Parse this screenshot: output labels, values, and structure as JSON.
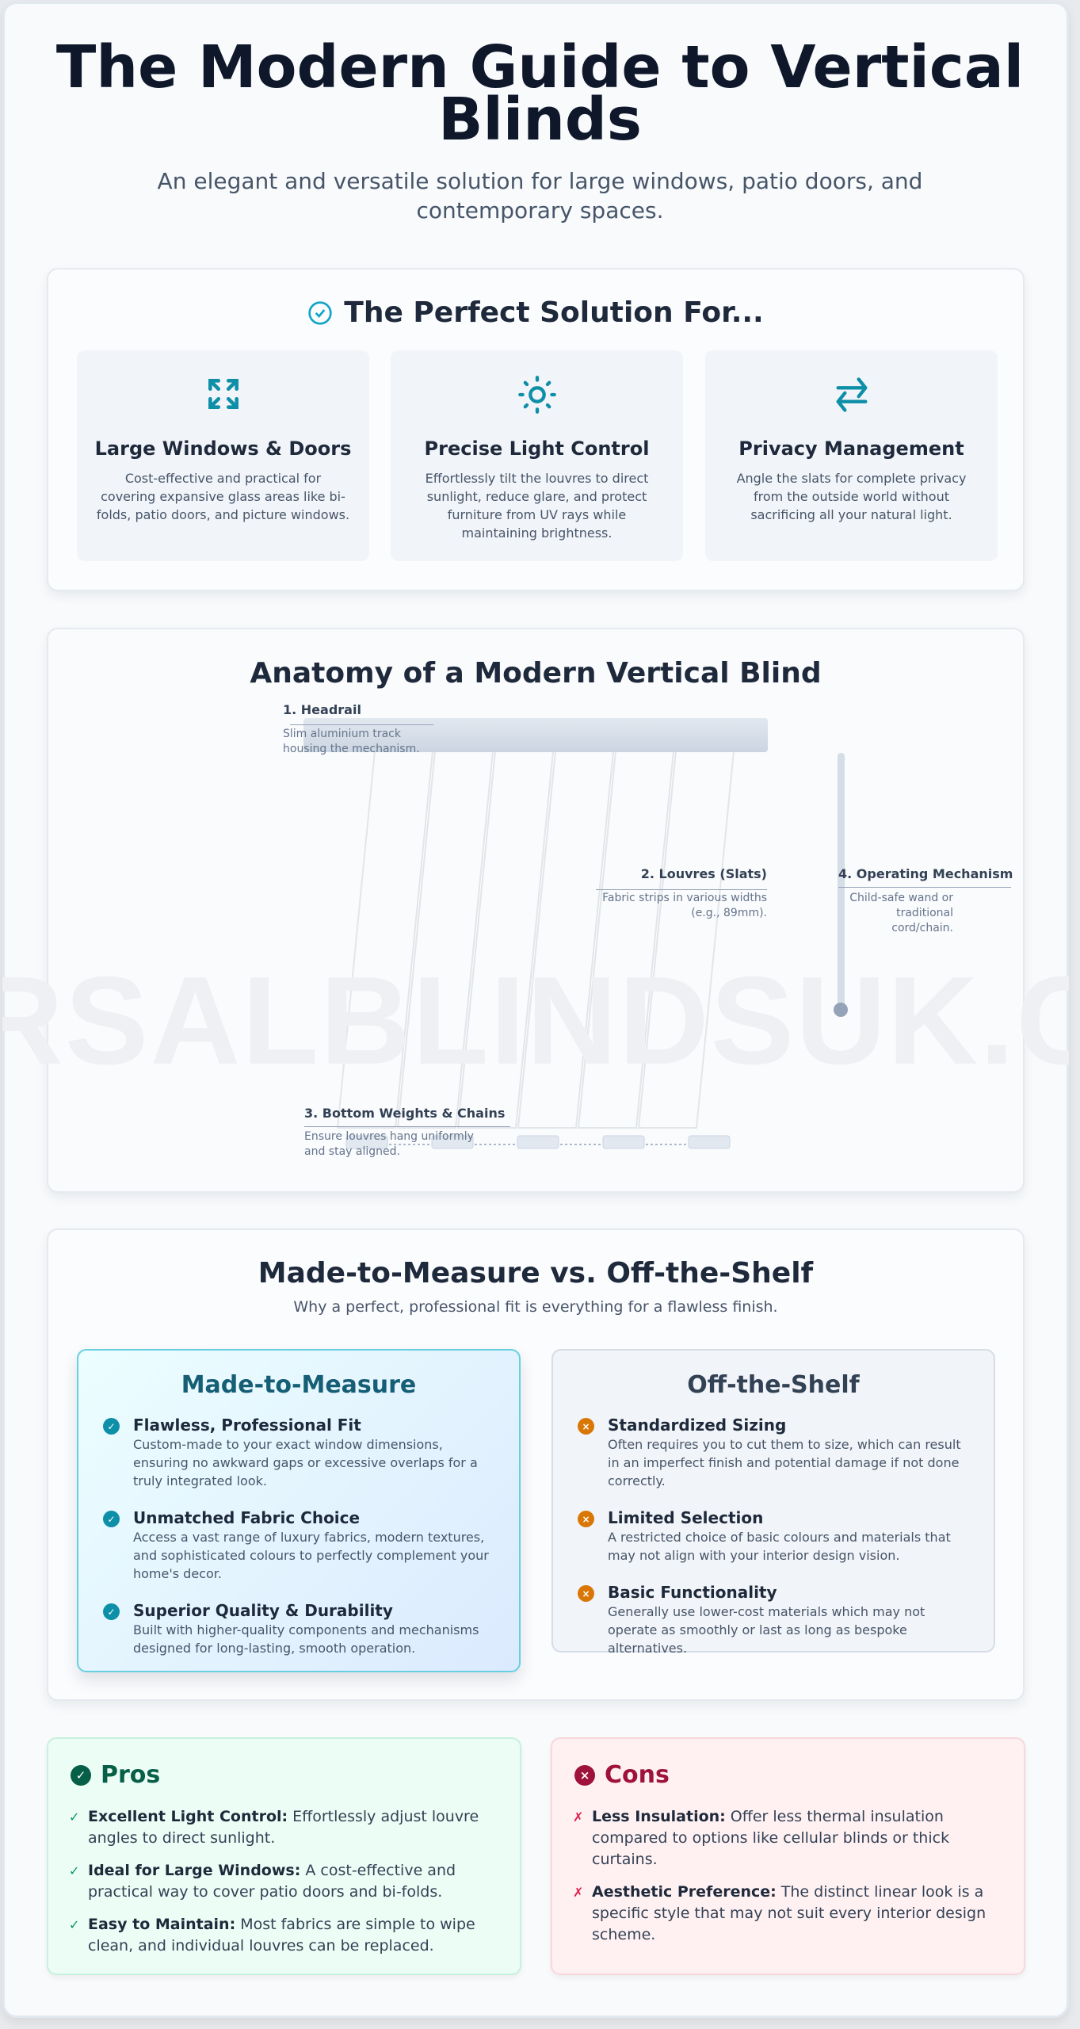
{
  "header": {
    "title": "The Modern Guide to Vertical Blinds",
    "subtitle": "An elegant and versatile solution for large windows, patio doors, and contemporary spaces."
  },
  "watermark": "UNIVERSALBLINDSUK.COM",
  "colors": {
    "accent": "#0e8fa8",
    "warning": "#d97706",
    "pros": "#065f46",
    "cons": "#9f1239"
  },
  "solutions": {
    "heading": "The Perfect Solution For...",
    "heading_icon": "check-circle-icon",
    "cards": [
      {
        "icon": "expand-arrows-icon",
        "title": "Large Windows & Doors",
        "text": "Cost-effective and practical for covering expansive glass areas like bi-folds, patio doors, and picture windows."
      },
      {
        "icon": "sun-icon",
        "title": "Precise Light Control",
        "text": "Effortlessly tilt the louvres to direct sunlight, reduce glare, and protect furniture from UV rays while maintaining brightness."
      },
      {
        "icon": "swap-arrows-icon",
        "title": "Privacy Management",
        "text": "Angle the slats for complete privacy from the outside world without sacrificing all your natural light."
      }
    ]
  },
  "anatomy": {
    "heading": "Anatomy of a Modern Vertical Blind",
    "labels": [
      {
        "title": "1. Headrail",
        "text": "Slim aluminium track housing the mechanism."
      },
      {
        "title": "2. Louvres (Slats)",
        "text": "Fabric strips in various widths (e.g., 89mm)."
      },
      {
        "title": "3. Bottom Weights & Chains",
        "text": "Ensure louvres hang uniformly and stay aligned."
      },
      {
        "title": "4. Operating Mechanism",
        "text": "Child-safe wand or traditional cord/chain."
      }
    ]
  },
  "comparison": {
    "heading": "Made-to-Measure vs. Off-the-Shelf",
    "subtitle": "Why a perfect, professional fit is everything for a flawless finish.",
    "made": {
      "title": "Made-to-Measure",
      "items": [
        {
          "title": "Flawless, Professional Fit",
          "text": "Custom-made to your exact window dimensions, ensuring no awkward gaps or excessive overlaps for a truly integrated look."
        },
        {
          "title": "Unmatched Fabric Choice",
          "text": "Access a vast range of luxury fabrics, modern textures, and sophisticated colours to perfectly complement your home's decor."
        },
        {
          "title": "Superior Quality & Durability",
          "text": "Built with higher-quality components and mechanisms designed for long-lasting, smooth operation."
        }
      ]
    },
    "shelf": {
      "title": "Off-the-Shelf",
      "items": [
        {
          "title": "Standardized Sizing",
          "text": "Often requires you to cut them to size, which can result in an imperfect finish and potential damage if not done correctly."
        },
        {
          "title": "Limited Selection",
          "text": "A restricted choice of basic colours and materials that may not align with your interior design vision."
        },
        {
          "title": "Basic Functionality",
          "text": "Generally use lower-cost materials which may not operate as smoothly or last as long as bespoke alternatives."
        }
      ]
    }
  },
  "pros": {
    "title": "Pros",
    "items": [
      {
        "bold": "Excellent Light Control:",
        "text": " Effortlessly adjust louvre angles to direct sunlight."
      },
      {
        "bold": "Ideal for Large Windows:",
        "text": " A cost-effective and practical way to cover patio doors and bi-folds."
      },
      {
        "bold": "Easy to Maintain:",
        "text": " Most fabrics are simple to wipe clean, and individual louvres can be replaced."
      }
    ]
  },
  "cons": {
    "title": "Cons",
    "items": [
      {
        "bold": "Less Insulation:",
        "text": " Offer less thermal insulation compared to options like cellular blinds or thick curtains."
      },
      {
        "bold": "Aesthetic Preference:",
        "text": " The distinct linear look is a specific style that may not suit every interior design scheme."
      }
    ]
  }
}
